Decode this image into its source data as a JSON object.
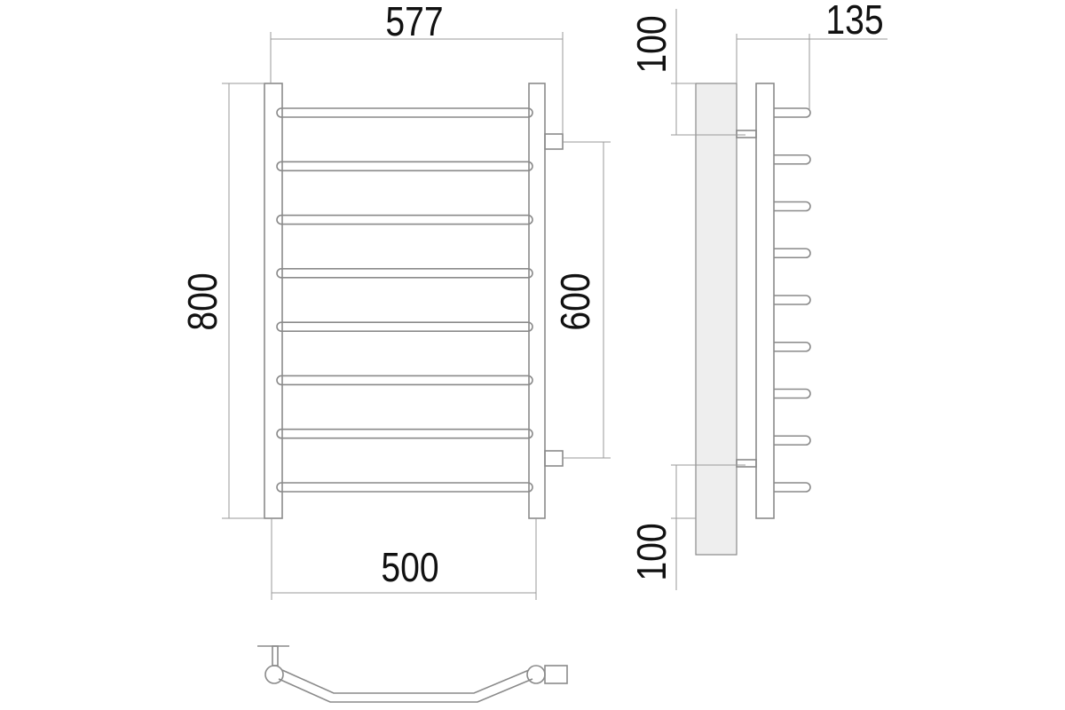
{
  "dimensions": {
    "overall_width": "577",
    "height": "800",
    "center_distance": "600",
    "rung_width": "500",
    "depth": "135",
    "top_offset": "100",
    "bottom_offset": "100"
  },
  "rungs_count": 8,
  "colors": {
    "line": "#8a8a8a",
    "wall": "#eeeeee",
    "text": "#111111"
  }
}
